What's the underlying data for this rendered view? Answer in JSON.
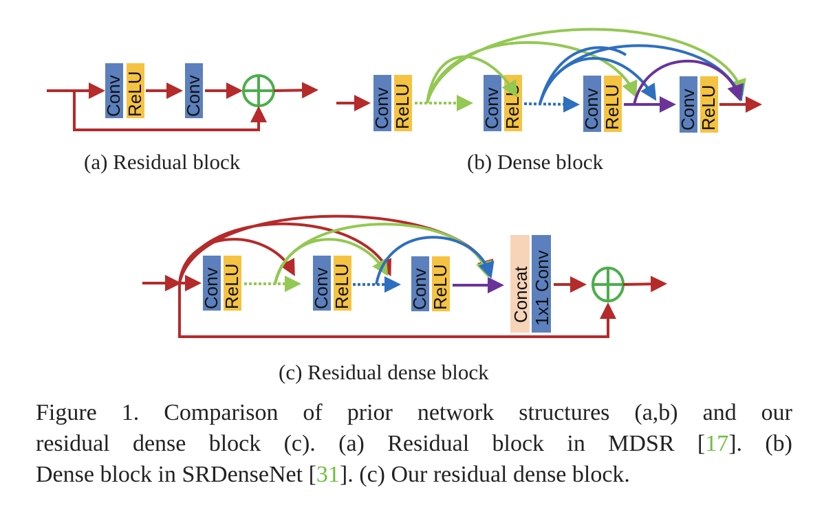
{
  "figure": {
    "colors": {
      "conv": "#5b80bd",
      "relu": "#f5c342",
      "concat": "#f7d4b8",
      "red_arrow": "#b52a2a",
      "green_arrow": "#93c852",
      "blue_arrow": "#2e6fbf",
      "purple_arrow": "#6a3399",
      "sum_circle": "#4cae4c"
    },
    "labels": {
      "conv": "Conv",
      "relu": "ReLU",
      "concat": "Concat",
      "conv1x1": "1x1 Conv",
      "sum_symbol": "⊕"
    },
    "subfigures": [
      {
        "id": "a",
        "caption": "(a)  Residual block"
      },
      {
        "id": "b",
        "caption": "(b)  Dense block"
      },
      {
        "id": "c",
        "caption": "(c)  Residual dense block"
      }
    ]
  },
  "caption": {
    "line1": "Figure 1. Comparison of prior network structures (a,b) and our",
    "line2_pre": "residual dense block (c).  (a) Residual block in MDSR [",
    "ref1": "17",
    "line2_post": "].  (b)",
    "line3_pre": "Dense block in SRDenseNet [",
    "ref2": "31",
    "line3_post": "]. (c) Our residual dense block."
  }
}
